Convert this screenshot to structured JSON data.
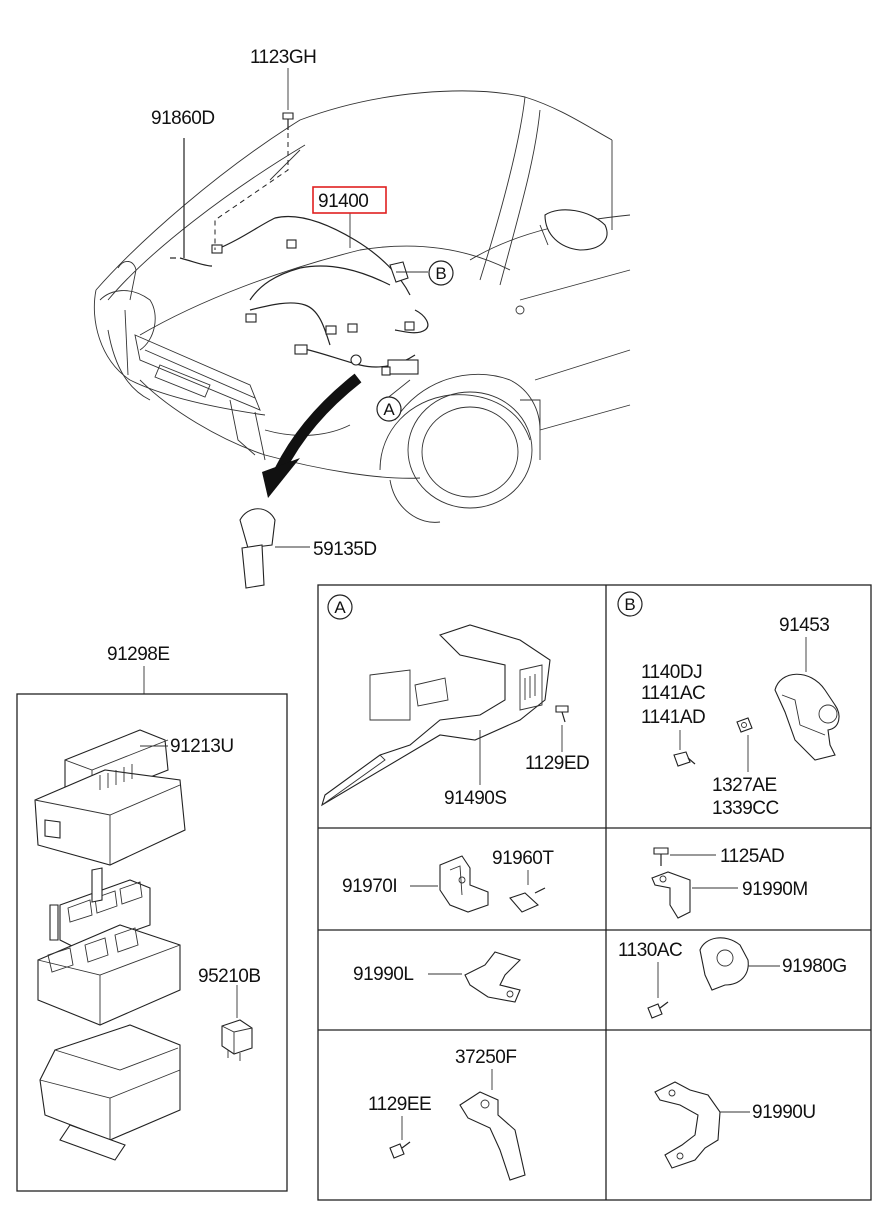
{
  "highlight_color": "#e02020",
  "labels": {
    "p1123GH": "1123GH",
    "p91860D": "91860D",
    "p91400": "91400",
    "p59135D": "59135D",
    "p91298E": "91298E",
    "p91213U": "91213U",
    "p95210B": "95210B",
    "p91490S": "91490S",
    "p1129ED": "1129ED",
    "p91453": "91453",
    "p1140DJ": "1140DJ",
    "p1141AC": "1141AC",
    "p1141AD": "1141AD",
    "p1327AE": "1327AE",
    "p1339CC": "1339CC",
    "p91970I": "91970I",
    "p91960T": "91960T",
    "p1125AD": "1125AD",
    "p91990M": "91990M",
    "p91990L": "91990L",
    "p1130AC": "1130AC",
    "p91980G": "91980G",
    "p37250F": "37250F",
    "p1129EE": "1129EE",
    "p91990U": "91990U"
  },
  "callouts": {
    "A": "A",
    "B": "B"
  }
}
